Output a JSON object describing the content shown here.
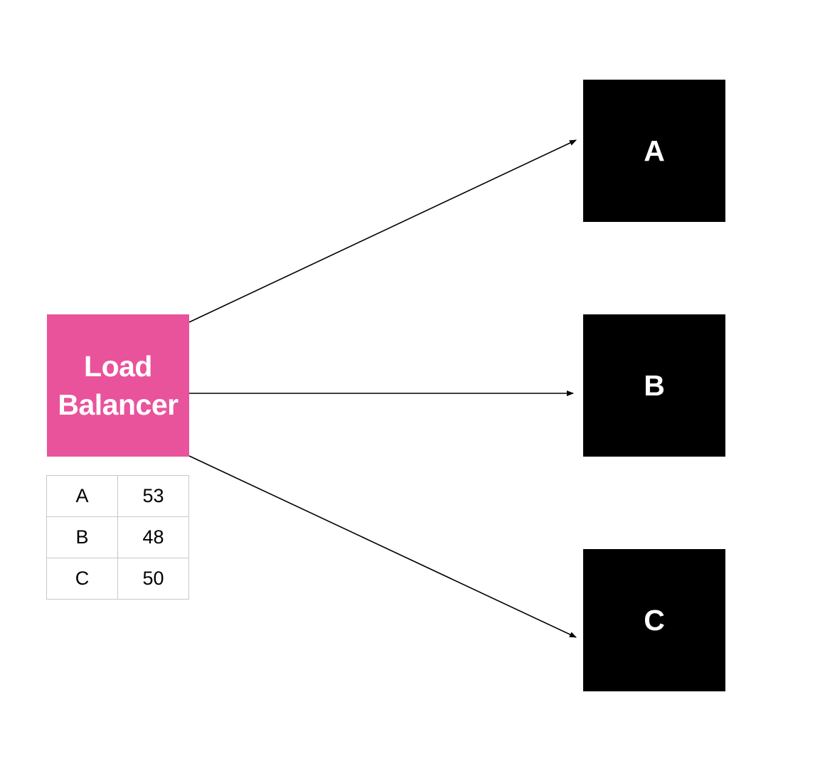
{
  "colors": {
    "load_balancer_fill": "#e9539c",
    "server_fill": "#000000",
    "box_text": "#ffffff",
    "arrow": "#000000",
    "table_border": "#c8c8c8"
  },
  "load_balancer": {
    "line1": "Load",
    "line2": "Balancer"
  },
  "servers": [
    {
      "label": "A"
    },
    {
      "label": "B"
    },
    {
      "label": "C"
    }
  ],
  "connection_table": {
    "rows": [
      {
        "server": "A",
        "count": "53"
      },
      {
        "server": "B",
        "count": "48"
      },
      {
        "server": "C",
        "count": "50"
      }
    ]
  },
  "edges": [
    {
      "from": "Load Balancer",
      "to": "A"
    },
    {
      "from": "Load Balancer",
      "to": "B"
    },
    {
      "from": "Load Balancer",
      "to": "C"
    }
  ]
}
